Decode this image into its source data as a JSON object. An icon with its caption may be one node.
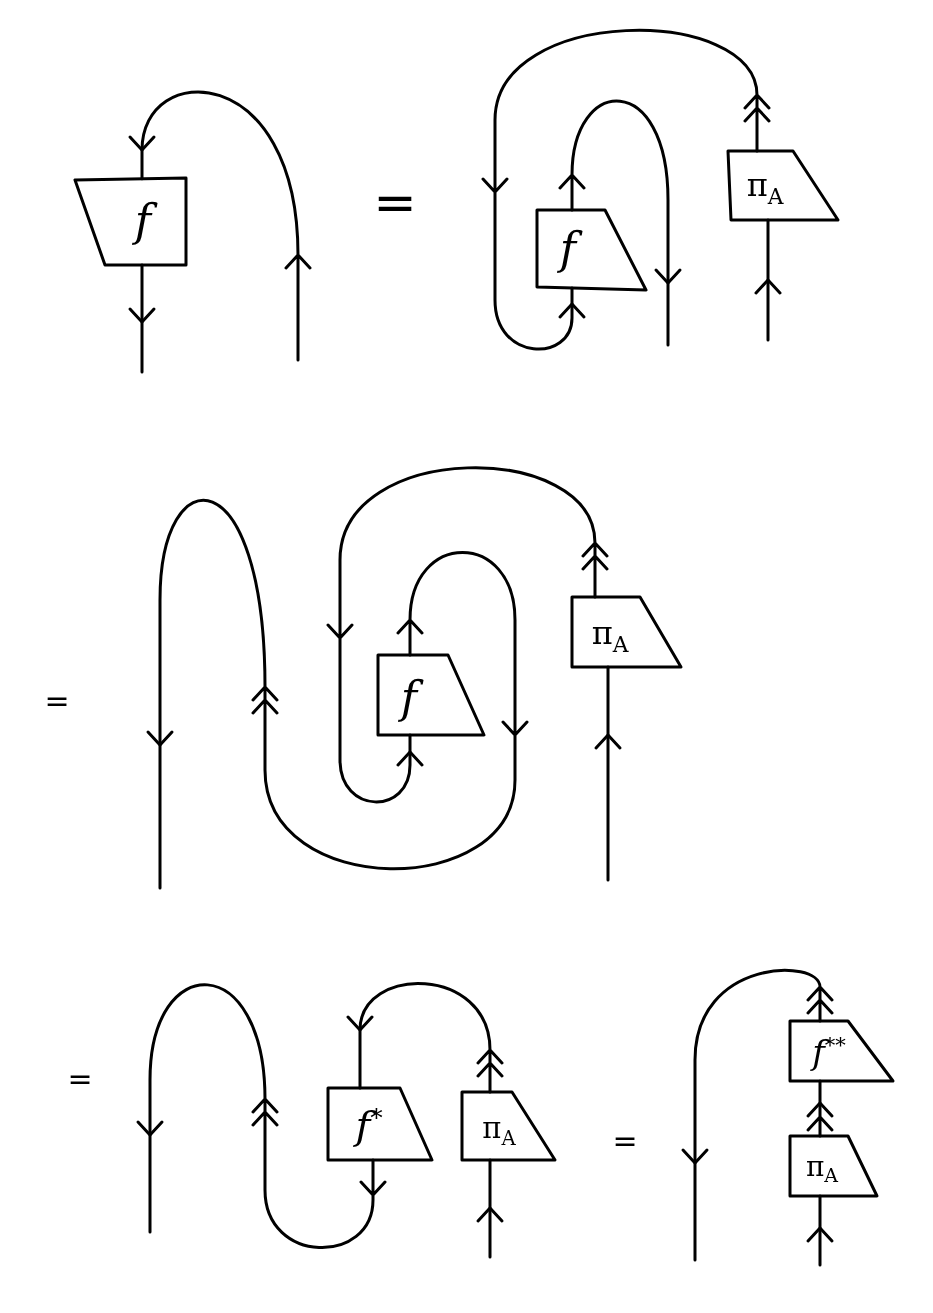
{
  "diagram": {
    "nodes": [
      {
        "text": [
          "f"
        ]
      },
      {
        "text": [
          "f"
        ]
      },
      {
        "text": [
          "π$_{A}$"
        ]
      },
      {
        "text": [
          "f"
        ]
      },
      {
        "text": [
          "π$_{A}$"
        ]
      },
      {
        "text": [
          "f$^{*}$"
        ]
      },
      {
        "text": [
          "π$_{A}$"
        ]
      },
      {
        "text": [
          "f$^{**}$"
        ]
      },
      {
        "text": [
          "π$_{A}$"
        ]
      }
    ],
    "edges": [
      {
        "from": null,
        "to": 0,
        "arrow": "to"
      },
      {
        "from": 0,
        "to": null,
        "arrow": "to"
      },
      {
        "from": null,
        "to": 2,
        "arrow": "to"
      },
      {
        "from": 2,
        "to": 1,
        "arrow": "to"
      },
      {
        "from": 1,
        "to": null,
        "arrow": "to"
      },
      {
        "from": 3,
        "to": null,
        "arrow": "to"
      },
      {
        "from": 4,
        "to": 3,
        "arrow": "to"
      },
      {
        "from": null,
        "to": 4,
        "arrow": "to"
      },
      {
        "from": 5,
        "to": null,
        "arrow": "to"
      },
      {
        "from": 6,
        "to": 5,
        "arrow": "to"
      },
      {
        "from": null,
        "to": 6,
        "arrow": "to"
      },
      {
        "from": 7,
        "to": null,
        "arrow": "to"
      },
      {
        "from": 8,
        "to": 7,
        "arrow": "to"
      },
      {
        "from": null,
        "to": 8,
        "arrow": "to"
      }
    ],
    "labels": [
      "=",
      "=",
      "=",
      "="
    ]
  }
}
